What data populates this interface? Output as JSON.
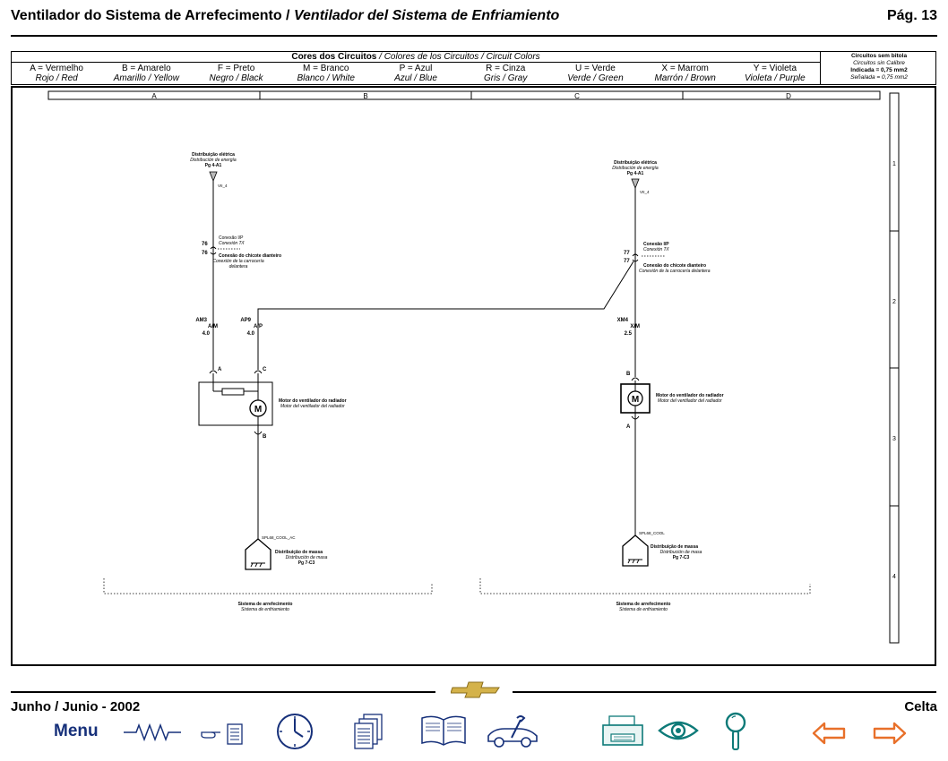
{
  "header": {
    "title_pt": "Ventilador do Sistema de Arrefecimento / ",
    "title_es": "Ventilador del Sistema de Enfriamiento",
    "page": "Pág. 13"
  },
  "colors": {
    "caption_bold": "Cores dos Circuitos",
    "caption_rest": " / Colores de los Circuitos / Circuit Colors",
    "items": [
      {
        "code": "A = Vermelho",
        "trans": "Rojo / Red"
      },
      {
        "code": "B = Amarelo",
        "trans": "Amarillo / Yellow"
      },
      {
        "code": "F = Preto",
        "trans": "Negro / Black"
      },
      {
        "code": "M = Branco",
        "trans": "Blanco / White"
      },
      {
        "code": "P = Azul",
        "trans": "Azul / Blue"
      },
      {
        "code": "R = Cinza",
        "trans": "Gris / Gray"
      },
      {
        "code": "U = Verde",
        "trans": "Verde / Green"
      },
      {
        "code": "X = Marrom",
        "trans": "Marrón / Brown"
      },
      {
        "code": "Y = Violeta",
        "trans": "Violeta / Purple"
      }
    ],
    "no_gauge": {
      "t1": "Circuitos sem bitola",
      "t2": "Circuitos sin Calibre",
      "t3": "Indicada = 0,75 mm2",
      "t4": "Señalada = 0,75 mm2"
    }
  },
  "grid": {
    "columns": [
      "A",
      "B",
      "C",
      "D"
    ],
    "rows": [
      "1",
      "2",
      "3",
      "4"
    ]
  },
  "left": {
    "dist_t1": "Distribuição elétrica",
    "dist_t2": "Distribución de energía",
    "dist_t3": "Pg 4-A1",
    "pin_ref": "VII_4",
    "conn_ip": "Conexão I/P",
    "conn_ip_es": "Conexión T/I",
    "pin_a": "76",
    "pin_b": "76",
    "chicote": "Conexão do chicote dianteiro",
    "chicote_es1": "Conexión de la carrocería",
    "chicote_es2": "delantera",
    "wire1_id": "AM3",
    "wire1_color": "A/M",
    "wire1_gauge": "4.0",
    "wire2_id": "AP9",
    "wire2_color": "A/P",
    "wire2_gauge": "4.0",
    "term_a": "A",
    "term_c": "C",
    "term_b": "B",
    "motor_letter": "M",
    "motor_pt": "Motor do ventilador do radiador",
    "motor_es": "Motor del ventilador del radiador",
    "splice": "SPL68_COOL_AC",
    "ground_t1": "Distribuição de massa",
    "ground_t2": "Distribución de masa",
    "ground_t3": "Pg 7-C3",
    "sys_t1": "Sistema de arrefecimento",
    "sys_t2": "Sistema de enfriamiento"
  },
  "right": {
    "dist_t1": "Distribuição elétrica",
    "dist_t2": "Distribución de energía",
    "dist_t3": "Pg 4-A1",
    "pin_ref": "VII_4",
    "conn_ip": "Conexão I/P",
    "conn_ip_es": "Conexión T/I",
    "pin_a": "77",
    "pin_b": "77",
    "chicote": "Conexão do chicote dianteiro",
    "chicote_es1": "Conexión de la carrocería delantera",
    "wire_id": "XM4",
    "wire_color": "X/M",
    "wire_gauge": "2.5",
    "term_b": "B",
    "term_a": "A",
    "motor_letter": "M",
    "motor_pt": "Motor do ventilador do radiador",
    "motor_es": "Motor del ventilador del radiador",
    "splice": "SPL68_COOL",
    "ground_t1": "Distribuição de massa",
    "ground_t2": "Distribución de masa",
    "ground_t3": "Pg 7-C3",
    "sys_t1": "Sistema de arrefecimento",
    "sys_t2": "Sistema de enfriamiento"
  },
  "footer": {
    "date": "Junho / Junio - 2002",
    "model": "Celta",
    "menu": "Menu"
  },
  "nav_icons": [
    "resistor-icon",
    "pointing-hand-document-icon",
    "clock-icon",
    "documents-icon",
    "open-book-icon",
    "car-wrench-icon",
    "printer-icon",
    "eye-icon",
    "magnifier-icon",
    "arrow-left-icon",
    "arrow-right-icon"
  ],
  "accent_colors": {
    "menu_text": "#16307a",
    "icon_teal": "#0d7a78",
    "arrow_orange": "#e8702a",
    "bowtie_gold": "#d4b24a"
  }
}
